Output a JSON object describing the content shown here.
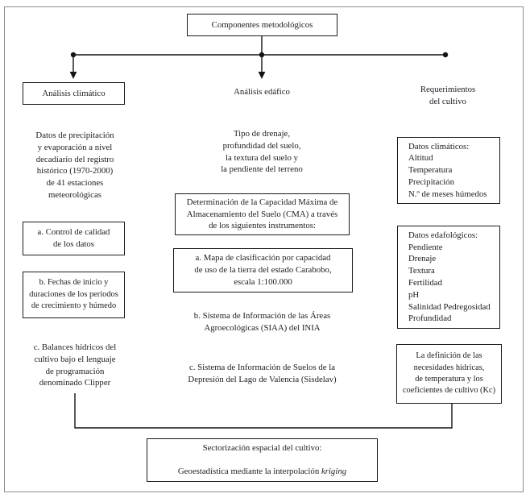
{
  "title_box": {
    "label": "Componentes metodológicos"
  },
  "branches": {
    "climatico": {
      "header": "Análisis climático",
      "intro": "Datos de precipitación\ny evaporación a nivel\ndecadiario del registro\nhistórico (1970-2000)\nde 41 estaciones\nmeteorológicas",
      "box_a": "a. Control de calidad\nde los datos",
      "box_b": "b. Fechas de inicio y\nduraciones de los períodos\nde crecimiento y húmedo",
      "item_c": "c. Balances hídricos del\ncultivo bajo el lenguaje\nde programación\ndenominado Clipper"
    },
    "edafico": {
      "header": "Análisis edáfico",
      "intro": "Tipo de drenaje,\nprofundidad del suelo,\nla textura del suelo y\nla pendiente del terreno",
      "box_cma": "Determinación de la Capacidad Máxima de\nAlmacenamiento del Suelo (CMA) a través\nde los siguientes instrumentos:",
      "box_mapa": "a. Mapa de clasificación por capacidad\nde uso de la tierra del estado Carabobo,\nescala 1:100.000",
      "item_b": "b. Sistema de Información de las Áreas\nAgroecológicas (SIAA) del INIA",
      "item_c": "c. Sistema de Información de Suelos de la\nDepresión del Lago de Valencia (Sisdelav)"
    },
    "requerimientos": {
      "header": "Requerimientos\ndel cultivo",
      "box_climaticos": "Datos climáticos:\nAltitud\nTemperatura\nPrecipitación\nN.º de meses húmedos",
      "box_edafologicos": "Datos edafológicos:\nPendiente\nDrenaje\nTextura\nFertilidad\npH\nSalinidad Pedregosidad\nProfundidad",
      "box_definicion": "La definición de las\nnecesidades hídricas,\nde temperatura y los\ncoeficientes de cultivo (Kc)"
    }
  },
  "bottom_box": {
    "line1": "Sectorización espacial del cultivo:",
    "line2_prefix": "Geoestadística mediante la interpolación ",
    "line2_italic": "kriging"
  }
}
